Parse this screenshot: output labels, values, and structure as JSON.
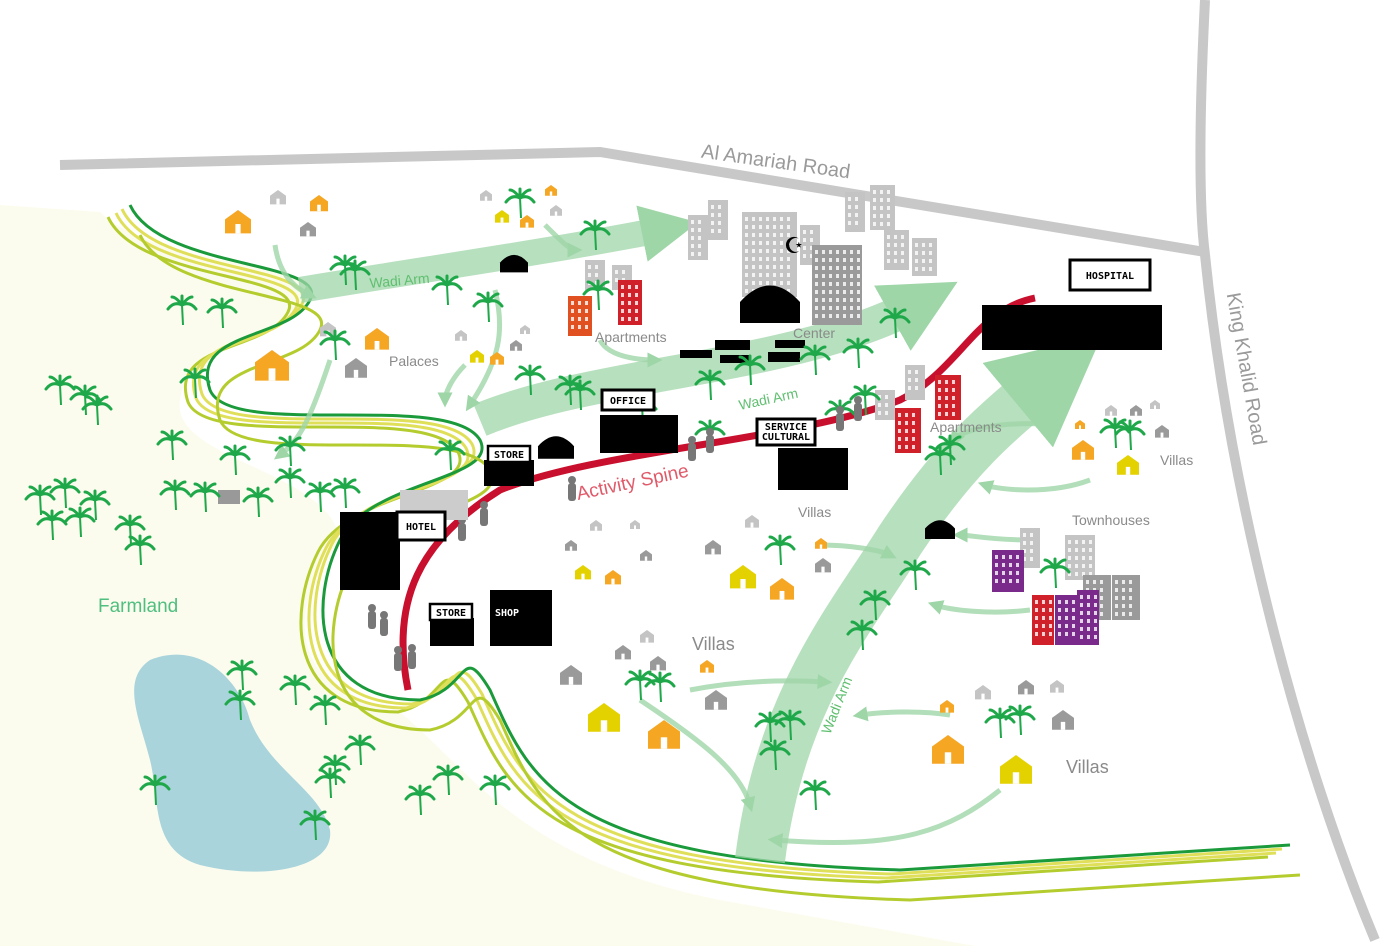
{
  "roads": {
    "north": "Al Amariah Road",
    "east": "King Khalid Road"
  },
  "labels": {
    "wadi_arm_1": "Wadi Arm",
    "wadi_arm_2": "Wadi Arm",
    "wadi_arm_3": "Wadi Arm",
    "palaces": "Palaces",
    "apartments_1": "Apartments",
    "apartments_2": "Apartments",
    "center": "Center",
    "activity_spine": "Activity Spine",
    "villas_1": "Villas",
    "villas_2": "Villas",
    "villas_3": "Villas",
    "villas_4": "Villas",
    "townhouses": "Townhouses",
    "farmland": "Farmland"
  },
  "signs": {
    "hospital": "HOSPITAL",
    "office": "OFFICE",
    "store_1": "STORE",
    "store_2": "STORE",
    "shop": "SHOP",
    "hotel": "HOTEL",
    "service_1": "SERVICE",
    "service_2": "CULTURAL"
  },
  "colors": {
    "road": "#c8c8c8",
    "spine": "#c8102e",
    "wadi": "#9fd6a8",
    "river_dark": "#1a9a3a",
    "river_light": "#b5cc2e",
    "river_yellow": "#e0df5a",
    "farmland": "#fcfcee",
    "lake": "#a9d4dc",
    "palm": "#1fa84a"
  }
}
